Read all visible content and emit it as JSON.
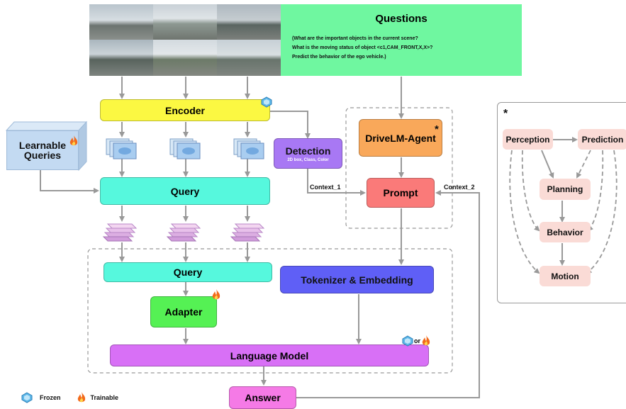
{
  "questions": {
    "title": "Questions",
    "lines": [
      "(What are the important objects in the current scene?",
      "What is the moving status of object <c1,CAM_FRONT,X,X>?",
      "Predict the behavior of the ego vehicle.)"
    ]
  },
  "nodes": {
    "encoder": "Encoder",
    "learnable_queries": "Learnable\nQueries",
    "query_top": "Query",
    "detection": "Detection",
    "detection_sub": "2D box, Class, Color",
    "drivelm_agent": "DriveLM-Agent",
    "drivelm_star": "*",
    "prompt": "Prompt",
    "query_bottom": "Query",
    "adapter": "Adapter",
    "tokenizer": "Tokenizer & Embedding",
    "language_model": "Language Model",
    "or_text": "or",
    "answer": "Answer"
  },
  "edge_labels": {
    "context_1": "Context_1",
    "context_2": "Context_2"
  },
  "legend": {
    "frozen": "Frozen",
    "trainable": "Trainable"
  },
  "pipeline": {
    "star": "*",
    "nodes": [
      "Perception",
      "Prediction",
      "Planning",
      "Behavior",
      "Motion"
    ]
  },
  "colors": {
    "encoder": "#fbf842",
    "query": "#56f8dd",
    "detection": "#a878f4",
    "drivelm_agent": "#f9a85a",
    "prompt": "#fa7a79",
    "adapter": "#55f154",
    "tokenizer": "#5f5ff6",
    "language_model": "#d870f6",
    "answer": "#f57ae6",
    "questions_bg": "#6ff7a0",
    "learnable_queries": "#c3daf2",
    "pipeline_node": "#fadbd6",
    "arrow": "#999999"
  }
}
